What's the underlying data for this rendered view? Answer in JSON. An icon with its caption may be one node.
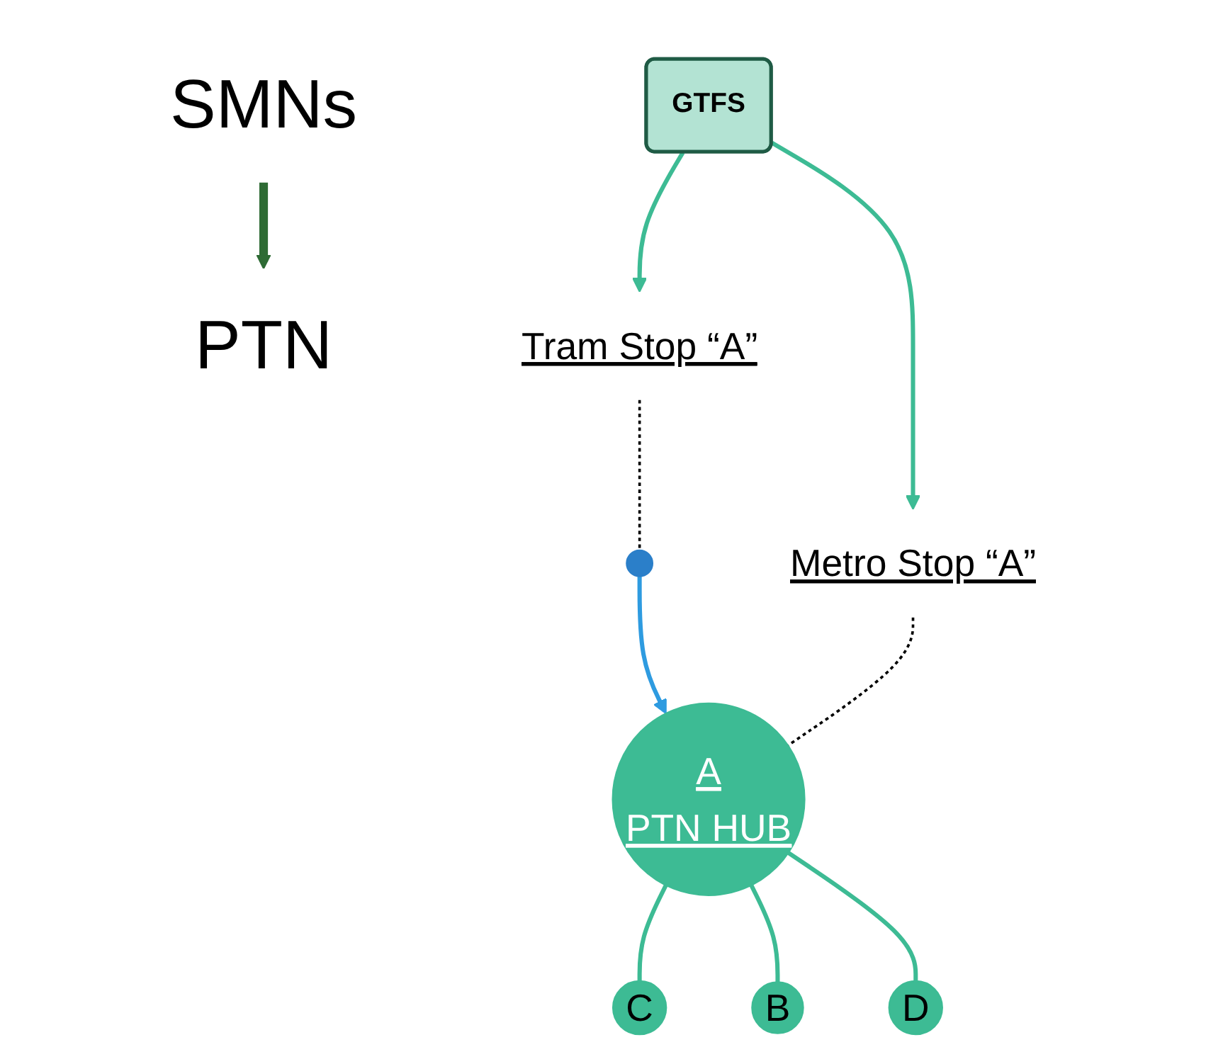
{
  "diagram": {
    "nodes": [
      {
        "text": [
          "SMNs"
        ]
      },
      {
        "text": [
          "GTFS"
        ]
      },
      {
        "text": [
          "C"
        ]
      },
      {
        "text": [
          "PTN"
        ]
      },
      {
        "text": [
          "Tram Stop “A”"
        ]
      },
      {
        "text": [],
        "shape": "circle"
      },
      {
        "text": [
          "A",
          "PTN HUB"
        ]
      },
      {
        "text": [
          "Metro Stop “A”"
        ]
      },
      {
        "text": [
          "D"
        ]
      },
      {
        "text": [
          "B"
        ]
      }
    ],
    "edges": [
      {
        "from": 0,
        "to": 3,
        "arrow": "to",
        "style": "thick",
        "color": "#2e6b34"
      },
      {
        "from": 1,
        "to": 4,
        "arrow": "to"
      },
      {
        "from": 1,
        "to": 7,
        "arrow": "to"
      },
      {
        "from": 4,
        "to": 5,
        "arrow": "none",
        "style": "dashed",
        "color": "#000000"
      },
      {
        "from": 5,
        "to": 6,
        "arrow": "to",
        "color": "#2e9be0"
      },
      {
        "from": 7,
        "to": 6,
        "arrow": "none",
        "style": "dashed",
        "color": "#000000"
      },
      {
        "from": 6,
        "to": 2,
        "arrow": "none"
      },
      {
        "from": 6,
        "to": 9,
        "arrow": "none"
      },
      {
        "from": 6,
        "to": 8,
        "arrow": "none"
      }
    ]
  }
}
